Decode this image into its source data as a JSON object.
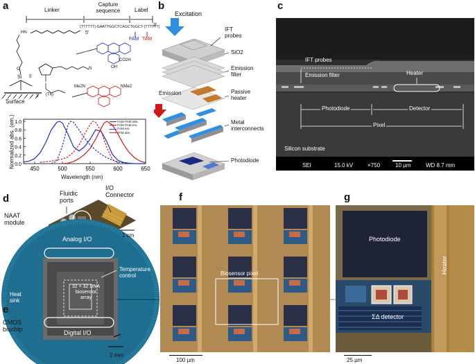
{
  "panels": {
    "a": {
      "label": "a",
      "header": {
        "linker": "Linker",
        "capture": "Capture\nsequence",
        "label": "Label"
      },
      "sequence": "(TTTTTT)-GAATTGGCTCAGCTGGCT-(TTTTTT)",
      "prime5": "5'",
      "prime3": "3'",
      "fam": "FAM",
      "tam": "TAM",
      "surface": "Surface",
      "atoms": {
        "hn": "HN",
        "o": "O",
        "si": "Si",
        "oh": "OH",
        "co2h": "CO2H",
        "n": "N",
        "me2n": "Me2N",
        "nme2": "NMe2",
        "th": "(Th)",
        "p5": "5'",
        "p3": "3'"
      }
    },
    "b": {
      "label": "b",
      "excitation": "Excitation",
      "ift_probes": "IFT\nprobes",
      "sio2": "SiO2",
      "emission_filter": "Emission\nfilter",
      "passive_heater": "Passive\nheater",
      "emission": "Emission",
      "metal_interconnects": "Metal\ninterconnects",
      "photodiode": "Photodiode"
    },
    "c": {
      "label": "c",
      "ift_probes": "IFT probes",
      "emission_filter": "Emission filter",
      "heater": "Heater",
      "photodiode": "Photodiode",
      "detector": "Detector",
      "pixel": "Pixel",
      "substrate": "Silicon substrate",
      "sem_bar": {
        "mode": "SEI",
        "kv": "15.0 kV",
        "mag": "×750",
        "scale": "10 µm",
        "wd": "WD 8.7 mm"
      }
    },
    "d": {
      "label": "d",
      "fluidic_ports": "Fluidic\nports",
      "io_connector": "I/O\nConnector",
      "naat_module": "NAAT\nmodule",
      "scale": "1 cm"
    },
    "e": {
      "label": "e",
      "analog_io": "Analog I/O",
      "digital_io": "Digital I/O",
      "temp_control": "Temperature\ncontrol",
      "heat_sink": "Heat\nsink",
      "array": "32 × 32 DNA\nbiosensor\narray",
      "cmos": "CMOS\nbiochip",
      "scale": "2 mm"
    },
    "f": {
      "label": "f",
      "biosensor_pixel": "Biosensor pixel",
      "scale": "100 µm"
    },
    "g": {
      "label": "g",
      "photodiode": "Photodiode",
      "heater": "Heater",
      "detector": "ΣΔ detector",
      "scale": "25 µm"
    }
  },
  "chart_data": {
    "type": "line",
    "xlabel": "Wavelength (nm)",
    "ylabel": "Normalized abs. (em.)",
    "xlim": [
      430,
      650
    ],
    "ylim": [
      0,
      1.05
    ],
    "xticks": [
      450,
      500,
      550,
      600,
      650
    ],
    "yticks": [
      0,
      0.2,
      0.4,
      0.6,
      0.8,
      1.0
    ],
    "legend_position": "top-right",
    "series": [
      {
        "name": "FAM-TAM abs.",
        "color": "#1f2fbf",
        "style": "solid",
        "x": [
          430,
          440,
          450,
          460,
          470,
          480,
          490,
          495,
          500,
          510,
          520,
          530,
          540,
          550,
          560,
          570,
          580,
          590,
          600,
          610,
          620,
          630,
          640,
          650
        ],
        "y": [
          0.04,
          0.06,
          0.12,
          0.26,
          0.5,
          0.8,
          0.98,
          1.0,
          0.96,
          0.7,
          0.4,
          0.3,
          0.4,
          0.58,
          0.8,
          0.76,
          0.52,
          0.22,
          0.08,
          0.03,
          0.01,
          0,
          0,
          0
        ]
      },
      {
        "name": "FAM-TAM em.",
        "color": "#d01818",
        "style": "solid",
        "x": [
          500,
          510,
          520,
          530,
          540,
          550,
          560,
          570,
          575,
          580,
          590,
          600,
          610,
          620,
          630,
          640,
          650
        ],
        "y": [
          0,
          0.01,
          0.05,
          0.12,
          0.22,
          0.36,
          0.58,
          0.84,
          0.96,
          1.0,
          0.92,
          0.7,
          0.46,
          0.27,
          0.14,
          0.06,
          0.02
        ]
      },
      {
        "name": "FAM em.",
        "color": "#1f2fbf",
        "style": "dashed",
        "x": [
          480,
          490,
          500,
          510,
          515,
          520,
          530,
          540,
          550,
          560,
          570,
          580,
          590,
          600,
          610,
          620
        ],
        "y": [
          0,
          0.06,
          0.42,
          0.92,
          1.0,
          0.98,
          0.8,
          0.6,
          0.44,
          0.32,
          0.22,
          0.14,
          0.08,
          0.04,
          0.02,
          0
        ]
      },
      {
        "name": "TAM abs.",
        "color": "#d01818",
        "style": "dashed",
        "x": [
          460,
          480,
          500,
          510,
          520,
          530,
          540,
          550,
          555,
          560,
          570,
          580,
          590,
          600
        ],
        "y": [
          0.03,
          0.06,
          0.11,
          0.16,
          0.27,
          0.44,
          0.7,
          0.93,
          1.0,
          0.98,
          0.76,
          0.38,
          0.1,
          0.02
        ]
      }
    ]
  }
}
